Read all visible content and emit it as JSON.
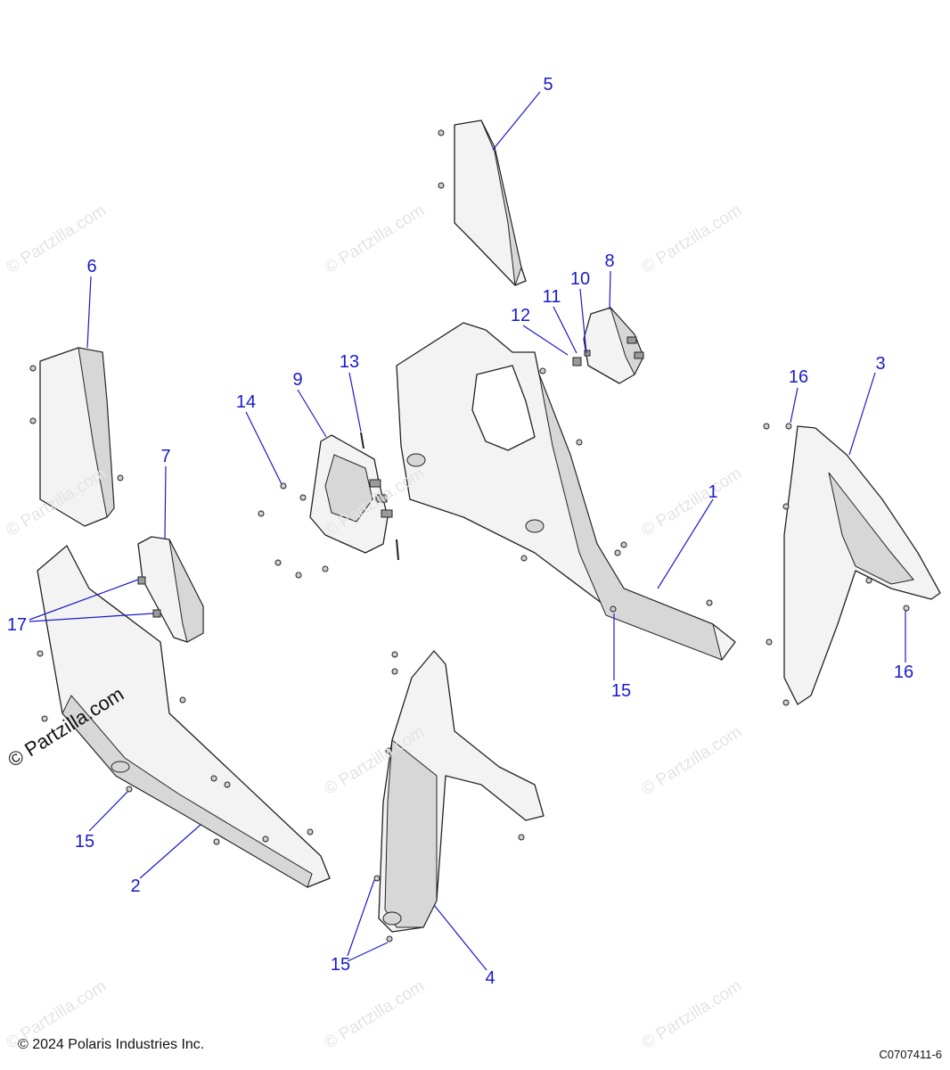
{
  "callouts": [
    {
      "id": "1",
      "text": "1"
    },
    {
      "id": "2",
      "text": "2"
    },
    {
      "id": "3",
      "text": "3"
    },
    {
      "id": "4",
      "text": "4"
    },
    {
      "id": "5",
      "text": "5"
    },
    {
      "id": "6",
      "text": "6"
    },
    {
      "id": "7",
      "text": "7"
    },
    {
      "id": "8",
      "text": "8"
    },
    {
      "id": "9",
      "text": "9"
    },
    {
      "id": "10",
      "text": "10"
    },
    {
      "id": "11",
      "text": "11"
    },
    {
      "id": "12",
      "text": "12"
    },
    {
      "id": "13",
      "text": "13"
    },
    {
      "id": "14",
      "text": "14"
    },
    {
      "id": "15a",
      "text": "15"
    },
    {
      "id": "15b",
      "text": "15"
    },
    {
      "id": "15c",
      "text": "15"
    },
    {
      "id": "16a",
      "text": "16"
    },
    {
      "id": "16b",
      "text": "16"
    },
    {
      "id": "17",
      "text": "17"
    }
  ],
  "footer": {
    "copyright": "© 2024 Polaris Industries Inc.",
    "code": "C0707411-6"
  },
  "watermark": {
    "text": "© Partzilla.com"
  },
  "colors": {
    "callout": "#1a1acc",
    "line": "#222222"
  }
}
